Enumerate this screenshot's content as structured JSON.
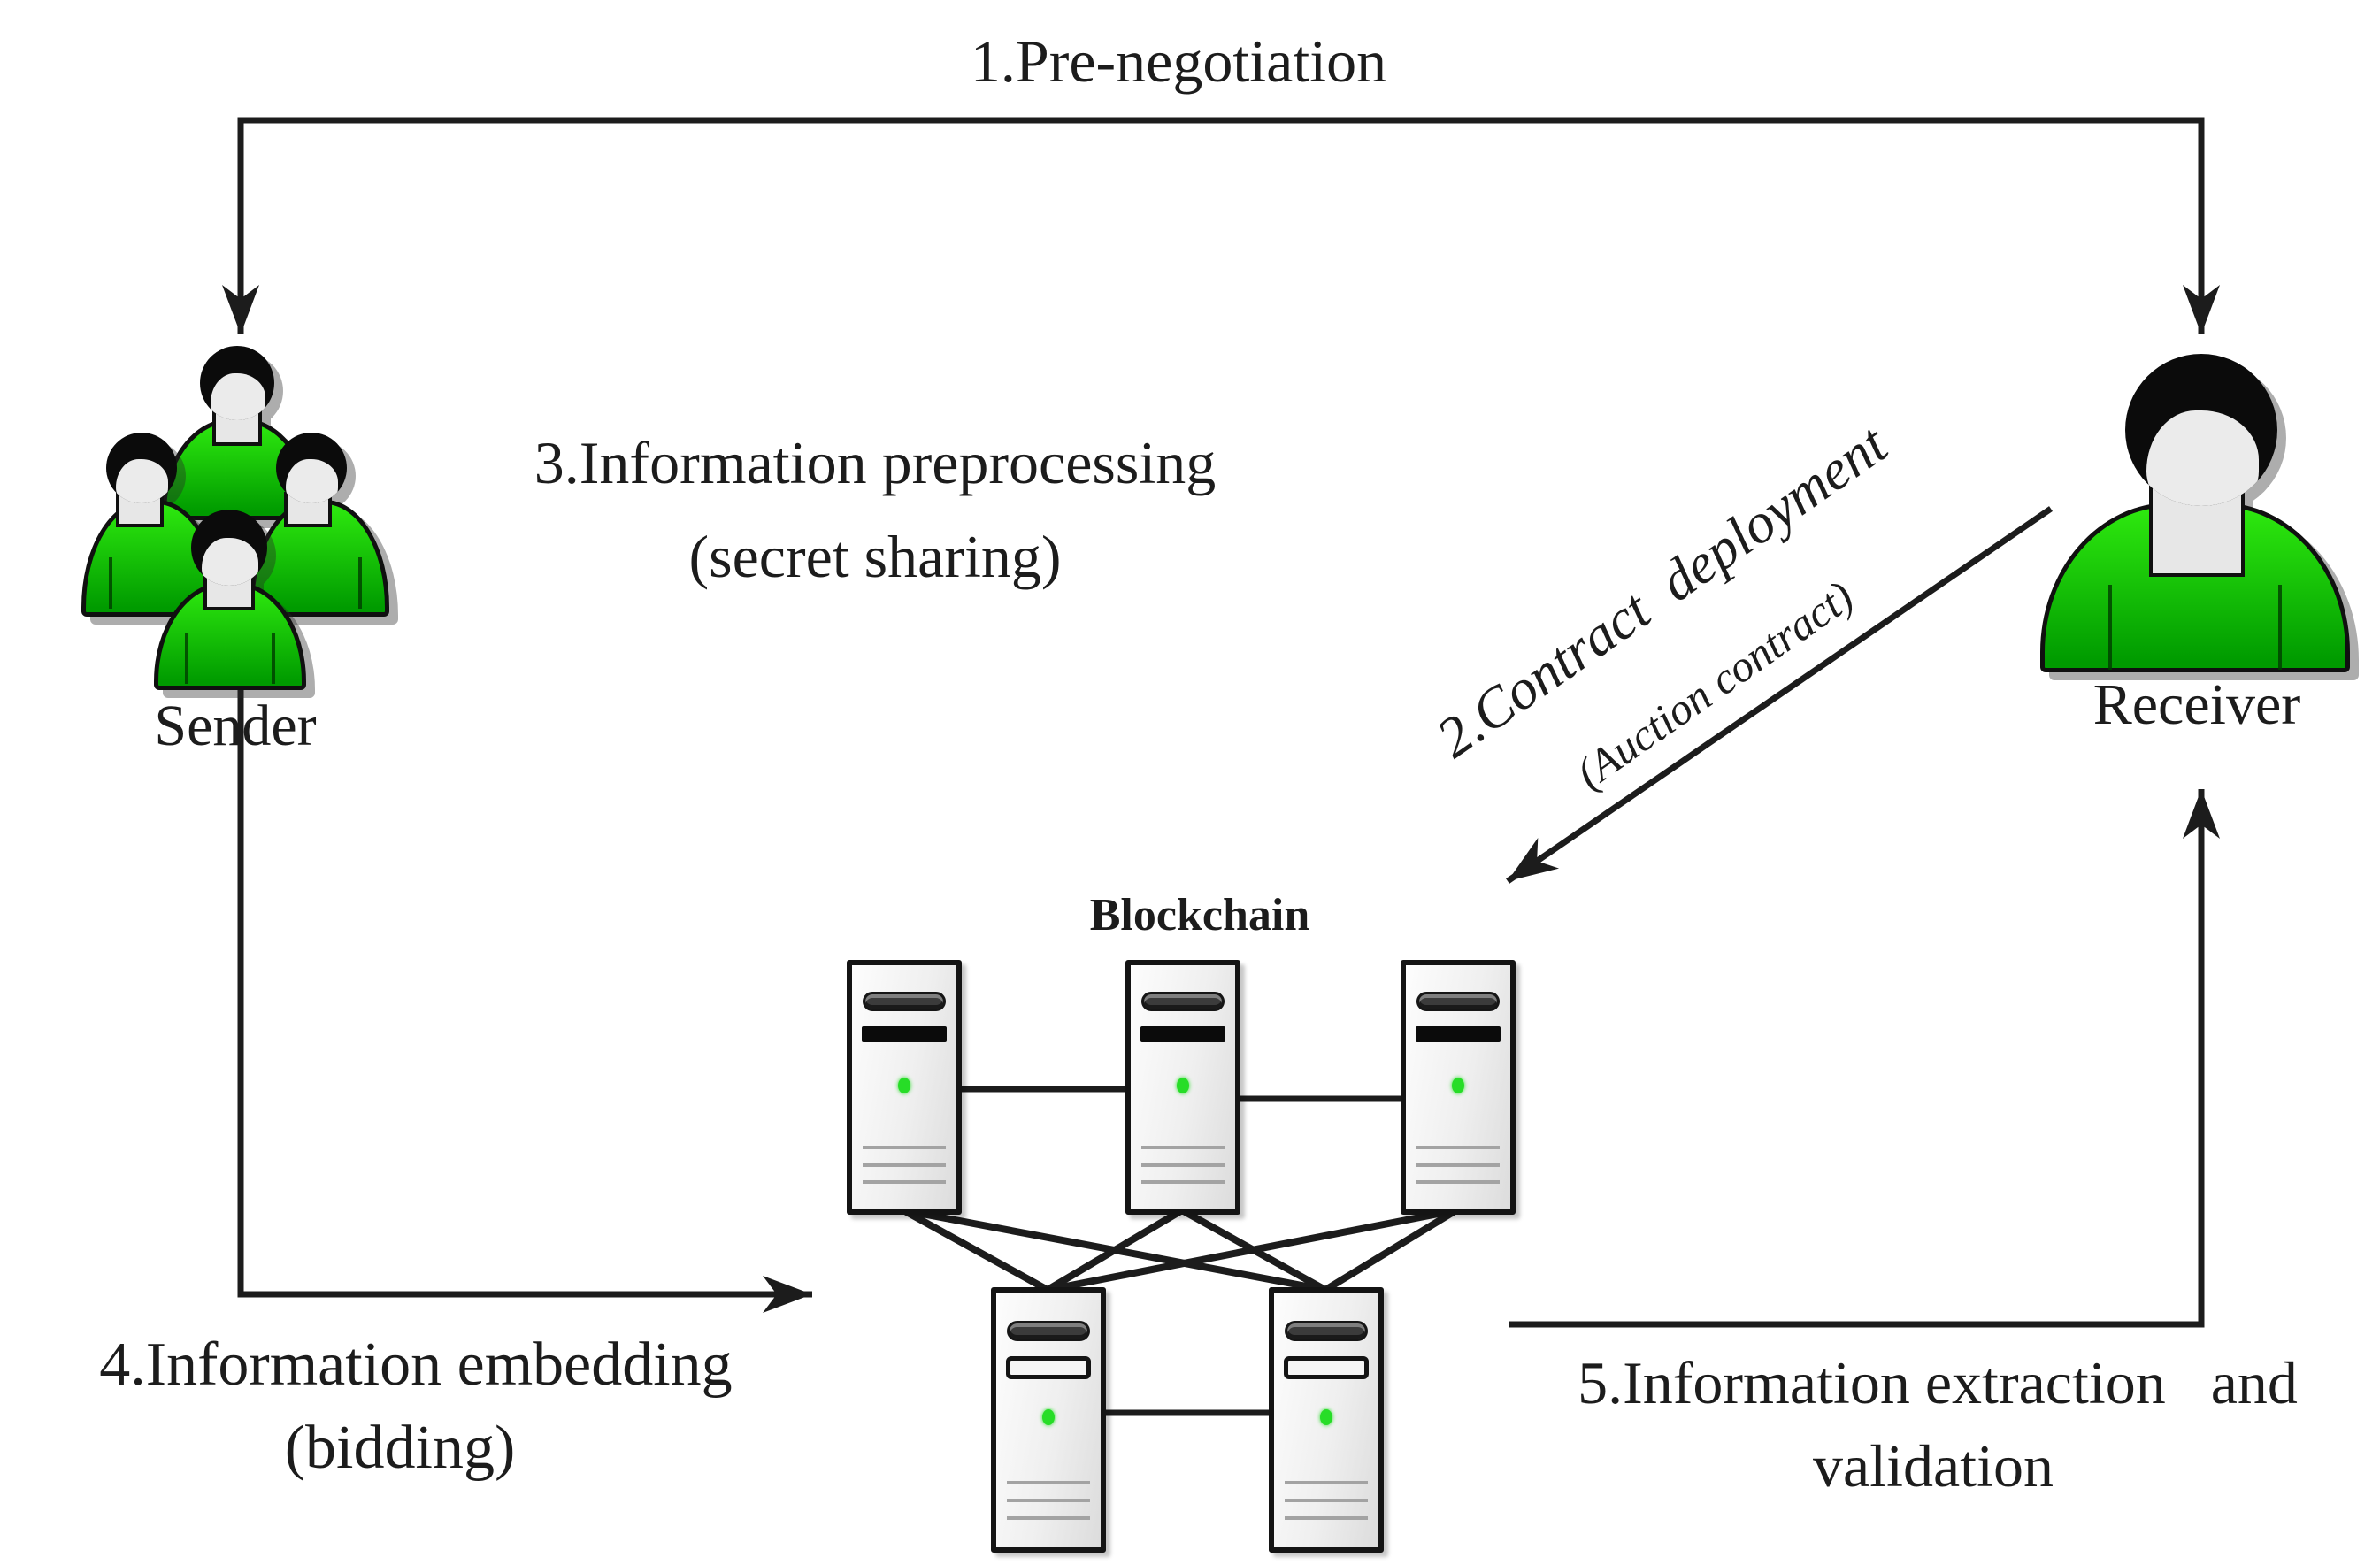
{
  "figure": {
    "colors": {
      "ink": "#1c1c1c",
      "green_light": "#2ce60e",
      "green_dark": "#009b00",
      "led_green": "#27dd27",
      "face_gray": "#ebebeb"
    },
    "steps": {
      "step1": "1.Pre-negotiation",
      "step2_line1": "2.Contract  deployment",
      "step2_line2": "(Auction contract)",
      "step3_line1": "3.Information preprocessing",
      "step3_line2": "(secret sharing)",
      "step4_line1": "4.Information embedding",
      "step4_line2": "(bidding)",
      "step5_line1": "5.Information extraction   and",
      "step5_line2": "validation"
    },
    "actors": {
      "sender": {
        "label": "Sender"
      },
      "receiver": {
        "label": "Receiver"
      }
    },
    "blockchain": {
      "label": "Blockchain",
      "top_nodes": 3,
      "bottom_nodes": 2
    }
  }
}
